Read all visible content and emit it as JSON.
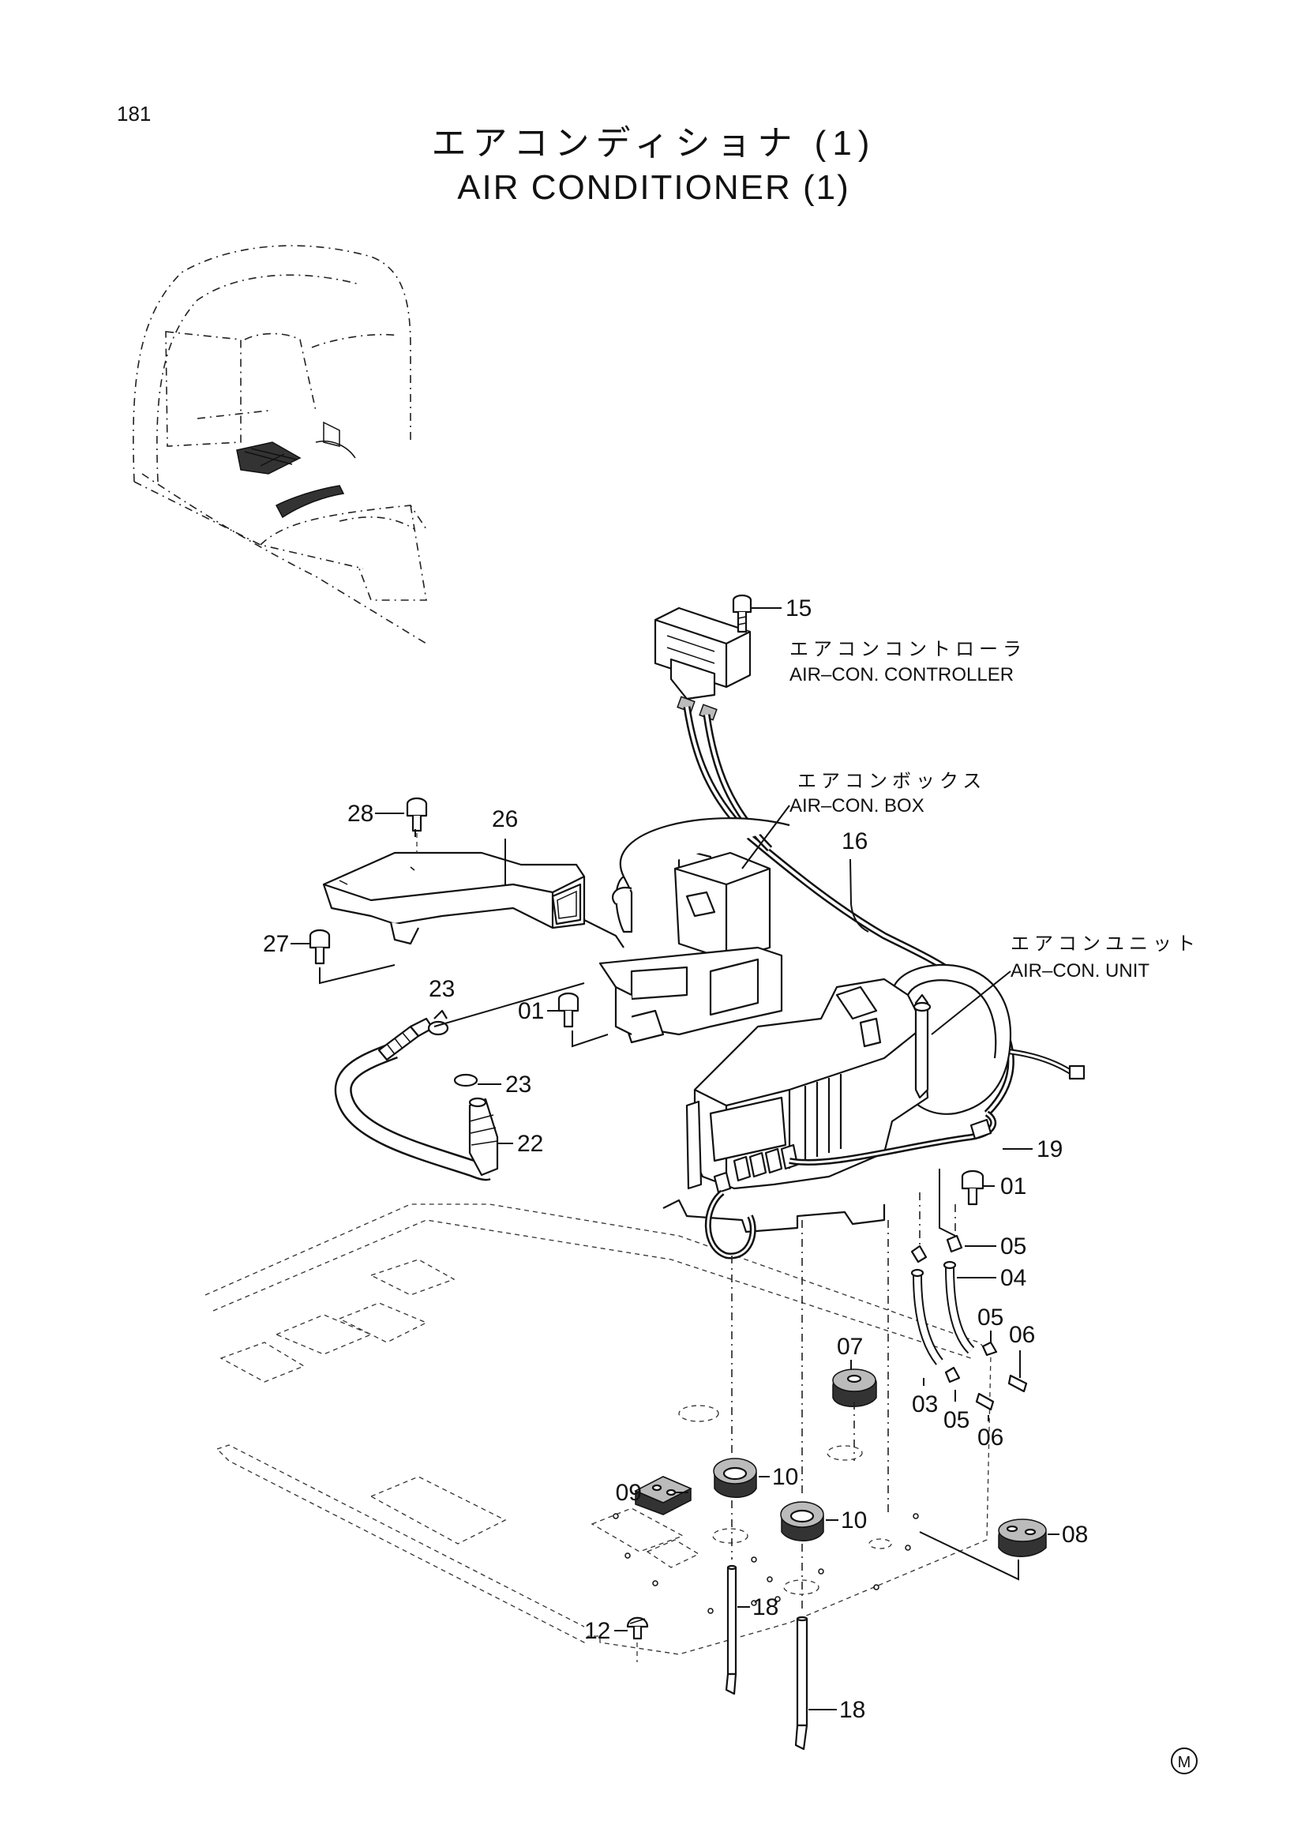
{
  "page_number": "181",
  "title_jp": "エアコンディショナ (1)",
  "title_en": "AIR CONDITIONER (1)",
  "mark": "M",
  "components": {
    "controller": {
      "jp": "エアコンコントローラ",
      "en": "AIR–CON. CONTROLLER"
    },
    "box": {
      "jp": "エアコンボックス",
      "en": "AIR–CON. BOX"
    },
    "unit": {
      "jp": "エアコンユニット",
      "en": "AIR–CON. UNIT"
    }
  },
  "callouts": {
    "c15": "15",
    "c16": "16",
    "c26": "26",
    "c28": "28",
    "c27": "27",
    "c23a": "23",
    "c01a": "01",
    "c23b": "23",
    "c22": "22",
    "c19": "19",
    "c01b": "01",
    "c05a": "05",
    "c04": "04",
    "c05b": "05",
    "c06a": "06",
    "c07": "07",
    "c03": "03",
    "c05c": "05",
    "c06b": "06",
    "c10a": "10",
    "c09": "09",
    "c10b": "10",
    "c08": "08",
    "c18a": "18",
    "c12": "12",
    "c18b": "18"
  }
}
